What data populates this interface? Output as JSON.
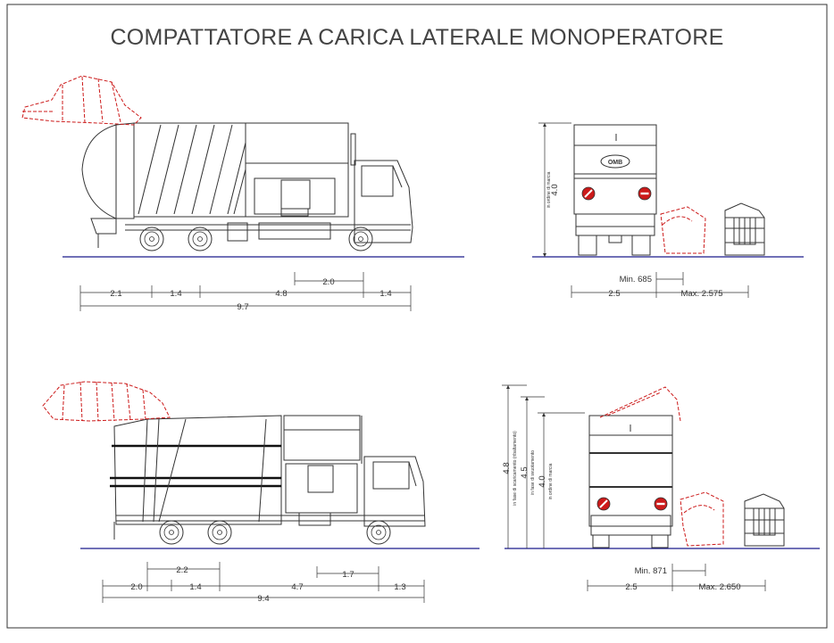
{
  "title": "COMPATTATORE A CARICA LATERALE MONOPERATORE",
  "colors": {
    "line": "#333333",
    "ground": "#1a1a8c",
    "lift": "#cc1a1a"
  },
  "icons": [
    "truck-side-icon",
    "truck-rear-icon",
    "waste-bin-icon",
    "no-entry-sign-icon"
  ],
  "top_side": {
    "dims": [
      "2.1",
      "1.4",
      "4.8",
      "2.0",
      "1.4",
      "9.7"
    ]
  },
  "top_rear": {
    "dims": [
      "Min. 685",
      "2.5",
      "Max. 2.575"
    ],
    "height_value": "4.0",
    "height_note": "in ordine di marcia",
    "logo": "OMB"
  },
  "bottom_side": {
    "dims": [
      "2.2",
      "2.0",
      "1.4",
      "4.7",
      "1.7",
      "1.3",
      "9.4"
    ]
  },
  "bottom_rear": {
    "dims": [
      "Min. 871",
      "2.5",
      "Max. 2.650"
    ],
    "heights": [
      {
        "value": "4.8",
        "note": "in fase di scaricamento (ribaltamento)"
      },
      {
        "value": "4.5",
        "note": "in fase di svuotamento"
      },
      {
        "value": "4.0",
        "note": "in ordine di marcia"
      }
    ]
  }
}
